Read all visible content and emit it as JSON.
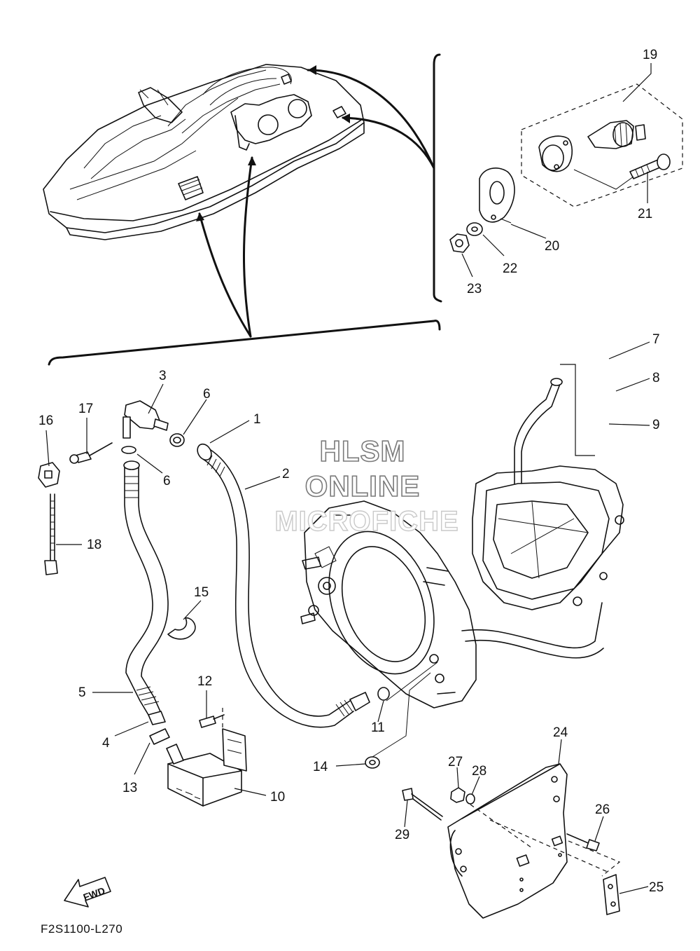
{
  "watermark": {
    "line1": "HLSM",
    "line2": "ONLINE",
    "line3": "MICROFICHE"
  },
  "diagram_code": "F2S1100-L270",
  "fwd_label": "FWD",
  "callouts": {
    "c1": "1",
    "c2": "2",
    "c3": "3",
    "c4": "4",
    "c5": "5",
    "c6a": "6",
    "c6b": "6",
    "c7": "7",
    "c8": "8",
    "c9": "9",
    "c10": "10",
    "c11": "11",
    "c12": "12",
    "c13": "13",
    "c14": "14",
    "c15": "15",
    "c16": "16",
    "c17": "17",
    "c18": "18",
    "c19": "19",
    "c20": "20",
    "c21": "21",
    "c22": "22",
    "c23": "23",
    "c24": "24",
    "c25": "25",
    "c26": "26",
    "c27": "27",
    "c28": "28",
    "c29": "29"
  }
}
